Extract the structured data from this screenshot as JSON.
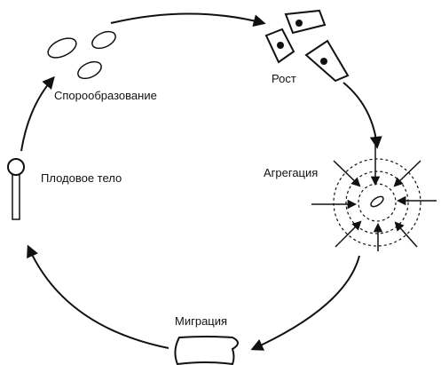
{
  "labels": {
    "growth": "Рост",
    "aggregation": "Агрегация",
    "migration": "Миграция",
    "fruiting_body": "Плодовое тело",
    "sporulation": "Спорообразование"
  },
  "colors": {
    "ink": "#111111",
    "background": "#ffffff"
  },
  "icons": [
    "spore-icon",
    "amoeba-cell-icon",
    "aggregation-center-icon",
    "slug-icon",
    "fruiting-body-icon",
    "arrowhead-icon"
  ]
}
